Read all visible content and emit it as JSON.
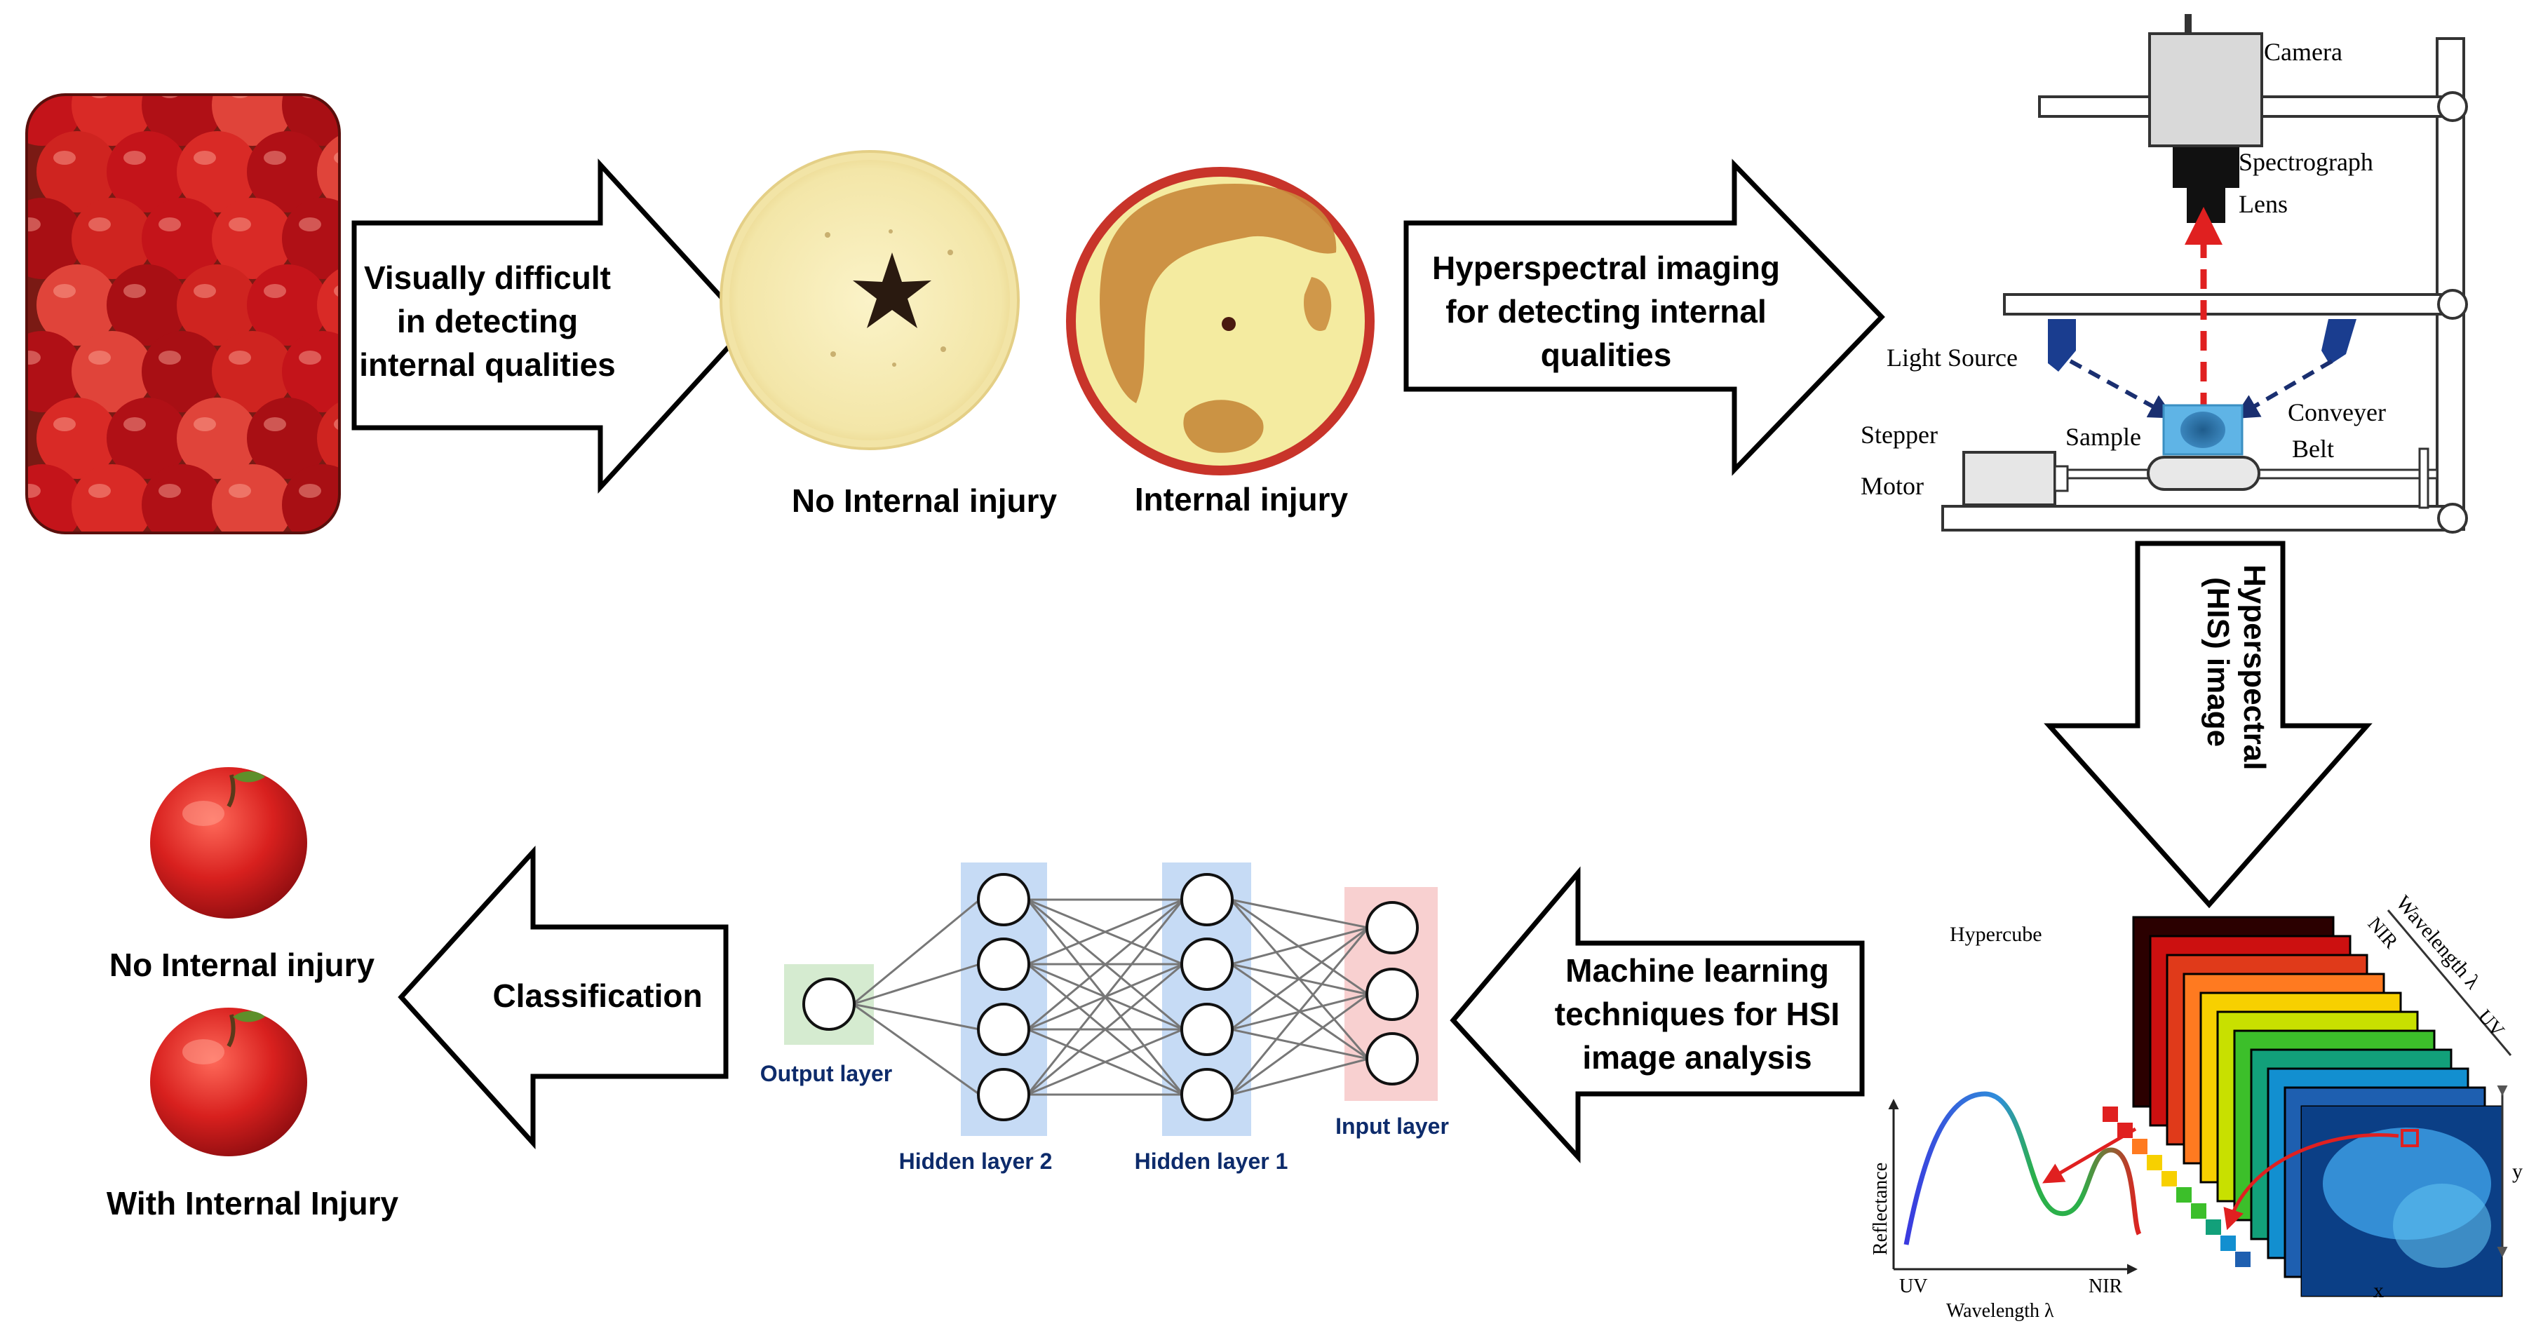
{
  "arrows": {
    "visual": [
      "Visually difficult",
      "in detecting",
      "internal qualities"
    ],
    "hyperspectral": [
      "Hyperspectral imaging",
      "for detecting internal",
      "qualities"
    ],
    "his_image": [
      "Hyperspectral",
      "(HIS) image"
    ],
    "ml": [
      "Machine learning",
      "techniques for HSI",
      "image analysis"
    ],
    "classification": "Classification"
  },
  "apples": {
    "no_injury_label": "No Internal injury",
    "injury_label": "Internal injury"
  },
  "setup": {
    "camera": "Camera",
    "spectrograph": "Spectrograph",
    "lens": "Lens",
    "light_source": "Light Source",
    "conveyer": "Conveyer",
    "belt": "Belt",
    "sample": "Sample",
    "stepper": "Stepper",
    "motor": "Motor"
  },
  "hypercube": {
    "title": "Hypercube",
    "wavelength": "Wavelength λ",
    "nir": "NIR",
    "uv": "UV",
    "y": "y",
    "x": "x",
    "reflectance": "Reflectance",
    "plot_uv": "UV",
    "plot_nir": "NIR",
    "plot_wavelength": "Wavelength λ"
  },
  "network": {
    "output_layer": "Output layer",
    "hidden_layer_2": "Hidden layer 2",
    "hidden_layer_1": "Hidden layer 1",
    "input_layer": "Input layer"
  },
  "results": {
    "no_injury": "No Internal injury",
    "with_injury": "With Internal Injury"
  },
  "colors": {
    "output_box": "#d5ebd0",
    "hidden_box": "#c6dbf5",
    "input_box": "#f8d0d0",
    "dashed_beam": "#e02020",
    "light_source": "#1a3d8f",
    "sample": "#5fb4e6"
  }
}
